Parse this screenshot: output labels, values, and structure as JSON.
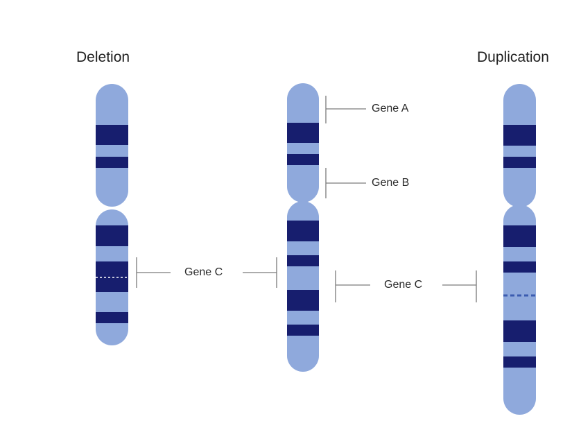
{
  "titles": {
    "deletion": "Deletion",
    "duplication": "Duplication"
  },
  "labels": {
    "gene_a": "Gene A",
    "gene_b": "Gene B",
    "gene_c": "Gene C"
  },
  "colors": {
    "chromosome_light": "#8fa9dc",
    "band_dark": "#171e6e",
    "bracket_line": "#7a7a7a",
    "deletion_marker": "#ffffff",
    "duplication_marker": "#3b5cb0"
  }
}
